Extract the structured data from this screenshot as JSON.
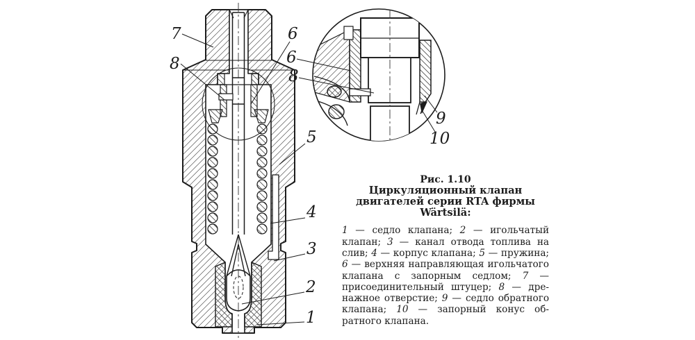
{
  "figure": {
    "number": "Рис. 1.10",
    "title_lines": [
      "Циркуляционный клапан",
      "двигателей серии RTA фирмы",
      "Wärtsilä:"
    ]
  },
  "legend": {
    "items": [
      {
        "num": "1",
        "text": " — седло клапана; "
      },
      {
        "num": "2",
        "text": " — игольчатый клапан; "
      },
      {
        "num": "3",
        "text": " — канал отвода топлива на слив; "
      },
      {
        "num": "4",
        "text": " — корпус клапана; "
      },
      {
        "num": "5",
        "text": " — пружи­на; "
      },
      {
        "num": "6",
        "text": " — верхняя направляющая иголь­чатого клапана с запорным седлом; "
      },
      {
        "num": "7",
        "text": " — присоединительный штуцер; "
      },
      {
        "num": "8",
        "text": " — дре­нажное отверстие; "
      },
      {
        "num": "9",
        "text": " — седло обратно­го клапана; "
      },
      {
        "num": "10",
        "text": " — запорный конус об­ратного клапана."
      }
    ]
  },
  "drawing": {
    "callouts": {
      "main": {
        "c1": "1",
        "c2": "2",
        "c3": "3",
        "c4": "4",
        "c5": "5",
        "c6": "6",
        "c7": "7",
        "c8": "8"
      },
      "detail": {
        "c6": "6",
        "c8": "8",
        "c9": "9",
        "c10": "10"
      }
    }
  },
  "colors": {
    "ink": "#1c1c1c",
    "hatch": "#565656",
    "background": "#ffffff"
  }
}
